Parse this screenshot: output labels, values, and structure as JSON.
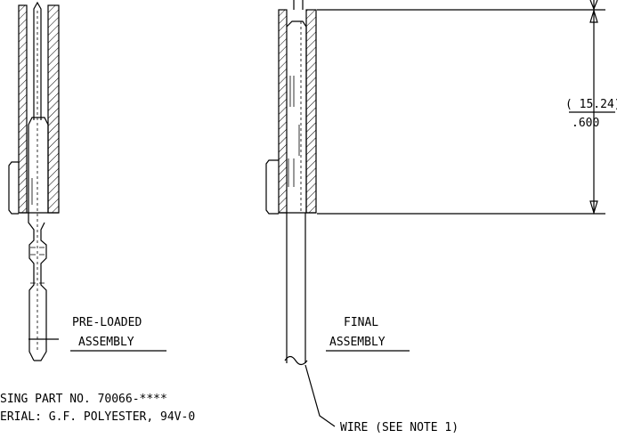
{
  "labels": {
    "preloaded_line1": "PRE-LOADED",
    "preloaded_line2": "ASSEMBLY",
    "final_line1": "FINAL",
    "final_line2": "ASSEMBLY",
    "dim_metric": "( 15.24)",
    "dim_inch": ".600",
    "note_housing": "SING PART NO. 70066-****",
    "note_material": "ERIAL: G.F. POLYESTER, 94V-0",
    "wire_callout": "WIRE (SEE NOTE 1)"
  }
}
